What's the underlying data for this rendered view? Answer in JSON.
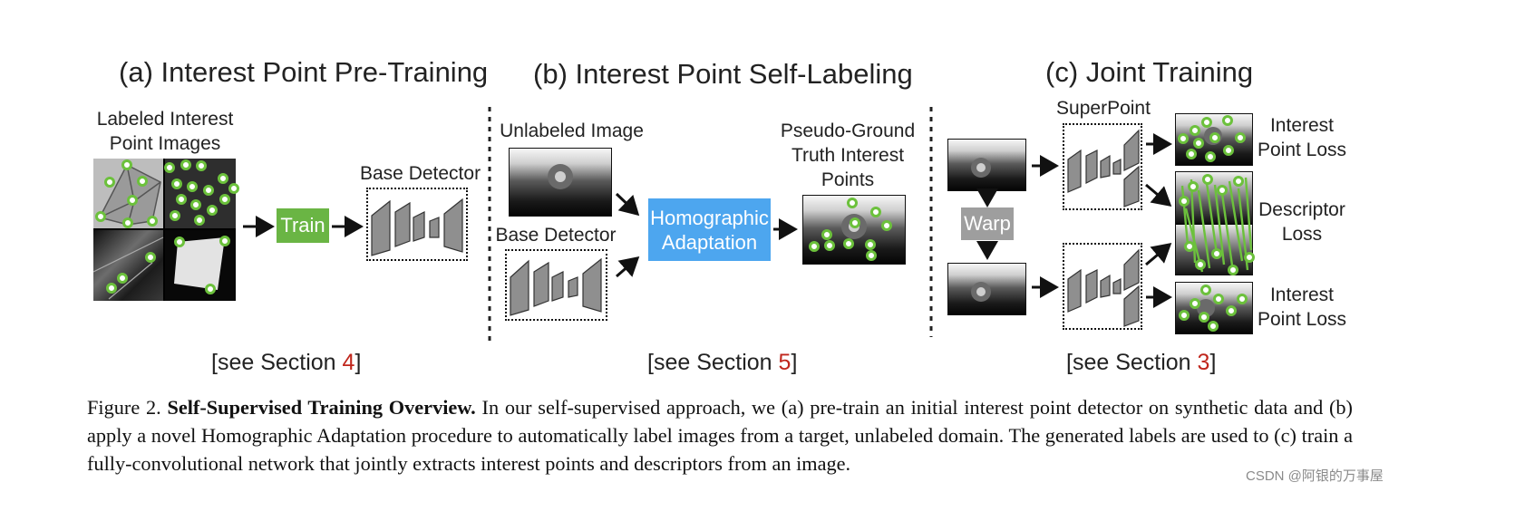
{
  "panels": {
    "a": {
      "title": "(a) Interest Point Pre-Training",
      "images_label": "Labeled Interest Point Images",
      "train_label": "Train",
      "detector_label": "Base Detector",
      "see_prefix": "[see Section ",
      "see_num": "4",
      "see_suffix": "]"
    },
    "b": {
      "title": "(b) Interest Point Self-Labeling",
      "unlabeled_label": "Unlabeled Image",
      "detector_label": "Base Detector",
      "homographic_line1": "Homographic",
      "homographic_line2": "Adaptation",
      "pseudo_label": "Pseudo-Ground Truth Interest Points",
      "see_prefix": "[see Section ",
      "see_num": "5",
      "see_suffix": "]"
    },
    "c": {
      "title": "(c) Joint Training",
      "superpoint_label": "SuperPoint",
      "warp_label": "Warp",
      "loss_top": "Interest Point Loss",
      "loss_mid": "Descriptor Loss",
      "loss_bot": "Interest Point Loss",
      "see_prefix": "[see Section ",
      "see_num": "3",
      "see_suffix": "]"
    }
  },
  "caption": {
    "figure_label": "Figure 2.",
    "bold_title": "Self-Supervised Training Overview.",
    "body": "In our self-supervised approach, we (a) pre-train an initial interest point detector on synthetic data and (b) apply a novel Homographic Adaptation procedure to automatically label images from a target, unlabeled domain. The generated labels are used to (c) train a fully-convolutional network that jointly extracts interest points and descriptors from an image."
  },
  "watermark": "CSDN @阿银的万事屋",
  "colors": {
    "accent_green": "#6ab544",
    "accent_blue": "#4da6ef",
    "warp_gray": "#9e9e9e",
    "section_red": "#c0261c",
    "point_green": "#6cc13c"
  }
}
